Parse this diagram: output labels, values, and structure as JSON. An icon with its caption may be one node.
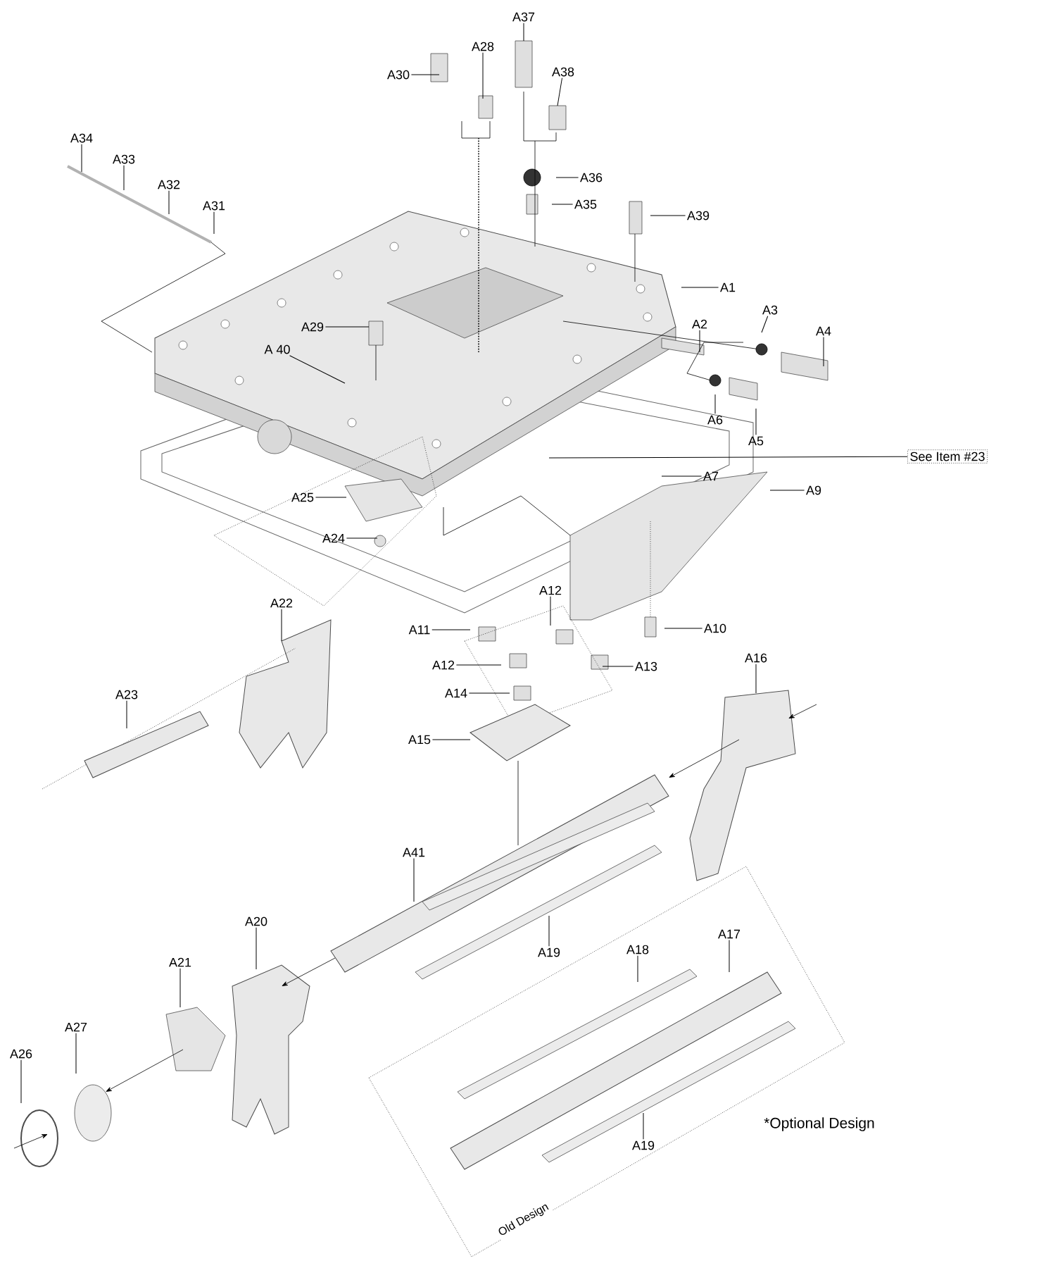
{
  "diagram": {
    "nodes": [
      {
        "text": [
          "A37"
        ]
      },
      {
        "text": [
          "A28"
        ]
      },
      {
        "text": [
          "A30"
        ]
      },
      {
        "text": [
          "A38"
        ]
      },
      {
        "text": [
          "A36"
        ]
      },
      {
        "text": [
          "A35"
        ]
      },
      {
        "text": [
          "A34"
        ]
      },
      {
        "text": [
          "A33"
        ]
      },
      {
        "text": [
          "A32"
        ]
      },
      {
        "text": [
          "A31"
        ]
      },
      {
        "text": [
          "A39"
        ]
      },
      {
        "text": [
          "A1"
        ]
      },
      {
        "text": [
          "A3"
        ]
      },
      {
        "text": [
          "A2"
        ]
      },
      {
        "text": [
          "A4"
        ]
      },
      {
        "text": [
          "A29"
        ]
      },
      {
        "text": [
          "A 40"
        ]
      },
      {
        "text": [
          "A6"
        ]
      },
      {
        "text": [
          "A5"
        ]
      },
      {
        "text": [
          "See Item #23"
        ]
      },
      {
        "text": [
          "A7"
        ]
      },
      {
        "text": [
          "A9"
        ]
      },
      {
        "text": [
          "A25"
        ]
      },
      {
        "text": [
          "A24"
        ]
      },
      {
        "text": [
          "A12"
        ]
      },
      {
        "text": [
          "A22"
        ]
      },
      {
        "text": [
          "A10"
        ]
      },
      {
        "text": [
          "A11"
        ]
      },
      {
        "text": [
          "A12"
        ]
      },
      {
        "text": [
          "A13"
        ]
      },
      {
        "text": [
          "A16"
        ]
      },
      {
        "text": [
          "A14"
        ]
      },
      {
        "text": [
          "A23"
        ]
      },
      {
        "text": [
          "A15"
        ]
      },
      {
        "text": [
          "A41"
        ]
      },
      {
        "text": [
          "A20"
        ]
      },
      {
        "text": [
          "A19"
        ]
      },
      {
        "text": [
          "A18"
        ]
      },
      {
        "text": [
          "A17"
        ]
      },
      {
        "text": [
          "A21"
        ]
      },
      {
        "text": [
          "A27"
        ]
      },
      {
        "text": [
          "A26"
        ]
      },
      {
        "text": [
          "A19"
        ]
      }
    ],
    "edges": [
      {
        "from": 0,
        "to": null,
        "arrow": "none"
      },
      {
        "from": 1,
        "to": null,
        "arrow": "none"
      },
      {
        "from": 2,
        "to": null,
        "arrow": "none"
      },
      {
        "from": 3,
        "to": null,
        "arrow": "none"
      },
      {
        "from": 4,
        "to": null,
        "arrow": "none"
      },
      {
        "from": 5,
        "to": null,
        "arrow": "none"
      },
      {
        "from": 6,
        "to": null,
        "arrow": "none"
      },
      {
        "from": 7,
        "to": null,
        "arrow": "none"
      },
      {
        "from": 8,
        "to": null,
        "arrow": "none"
      },
      {
        "from": 9,
        "to": null,
        "arrow": "none"
      },
      {
        "from": 10,
        "to": null,
        "arrow": "none"
      },
      {
        "from": 11,
        "to": null,
        "arrow": "none"
      },
      {
        "from": 12,
        "to": null,
        "arrow": "none"
      },
      {
        "from": 13,
        "to": null,
        "arrow": "none"
      },
      {
        "from": 14,
        "to": null,
        "arrow": "none"
      },
      {
        "from": 15,
        "to": null,
        "arrow": "none"
      },
      {
        "from": 16,
        "to": null,
        "arrow": "none"
      },
      {
        "from": 17,
        "to": null,
        "arrow": "none"
      },
      {
        "from": 18,
        "to": null,
        "arrow": "none"
      },
      {
        "from": 19,
        "to": null,
        "arrow": "none"
      },
      {
        "from": 20,
        "to": null,
        "arrow": "none"
      },
      {
        "from": 21,
        "to": null,
        "arrow": "none"
      },
      {
        "from": 22,
        "to": null,
        "arrow": "none"
      },
      {
        "from": 23,
        "to": null,
        "arrow": "none"
      },
      {
        "from": 24,
        "to": null,
        "arrow": "none"
      },
      {
        "from": 25,
        "to": null,
        "arrow": "none"
      },
      {
        "from": 26,
        "to": null,
        "arrow": "none"
      },
      {
        "from": 27,
        "to": null,
        "arrow": "none"
      },
      {
        "from": 28,
        "to": null,
        "arrow": "none"
      },
      {
        "from": 29,
        "to": null,
        "arrow": "none"
      },
      {
        "from": 30,
        "to": null,
        "arrow": "none"
      },
      {
        "from": 31,
        "to": null,
        "arrow": "none"
      },
      {
        "from": 32,
        "to": null,
        "arrow": "none"
      },
      {
        "from": 33,
        "to": null,
        "arrow": "none"
      },
      {
        "from": 34,
        "to": null,
        "arrow": "none"
      },
      {
        "from": 35,
        "to": null,
        "arrow": "none"
      },
      {
        "from": 36,
        "to": null,
        "arrow": "none"
      },
      {
        "from": 37,
        "to": null,
        "arrow": "none"
      },
      {
        "from": 38,
        "to": null,
        "arrow": "none"
      },
      {
        "from": 39,
        "to": null,
        "arrow": "none"
      },
      {
        "from": 40,
        "to": null,
        "arrow": "none"
      },
      {
        "from": 41,
        "to": null,
        "arrow": "none"
      },
      {
        "from": 42,
        "to": null,
        "arrow": "none"
      }
    ],
    "labels": [
      "*Optional Design",
      "Old Design"
    ]
  }
}
